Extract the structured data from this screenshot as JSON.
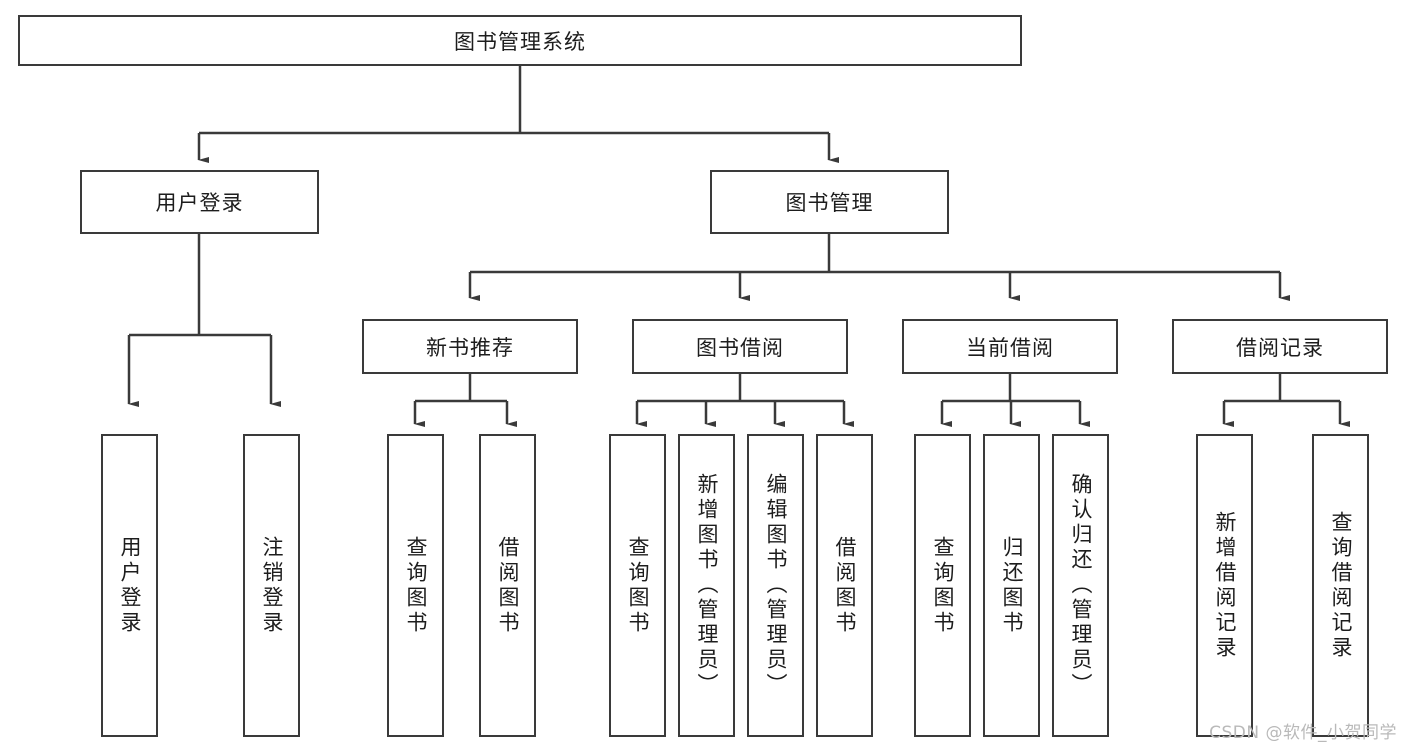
{
  "diagram": {
    "title": "图书管理系统",
    "type": "hierarchical-tree",
    "watermark": "CSDN @软件_小贺同学",
    "levels": {
      "root": {
        "label": "图书管理系统"
      },
      "level2": [
        {
          "id": "user-login",
          "label": "用户登录"
        },
        {
          "id": "book-management",
          "label": "图书管理"
        }
      ],
      "level3": [
        {
          "id": "new-book-recommend",
          "label": "新书推荐"
        },
        {
          "id": "book-borrow",
          "label": "图书借阅"
        },
        {
          "id": "current-borrow",
          "label": "当前借阅"
        },
        {
          "id": "borrow-record",
          "label": "借阅记录"
        }
      ],
      "leaves": [
        {
          "id": "leaf-user-login",
          "label": "用户登录",
          "parent": "user-login"
        },
        {
          "id": "leaf-logout-login",
          "label": "注销登录",
          "parent": "user-login"
        },
        {
          "id": "leaf-query-book-1",
          "label": "查询图书",
          "parent": "new-book-recommend"
        },
        {
          "id": "leaf-borrow-book-1",
          "label": "借阅图书",
          "parent": "new-book-recommend"
        },
        {
          "id": "leaf-query-book-2",
          "label": "查询图书",
          "parent": "book-borrow"
        },
        {
          "id": "leaf-add-book",
          "label": "新增图书（管理员）",
          "parent": "book-borrow"
        },
        {
          "id": "leaf-edit-book",
          "label": "编辑图书（管理员）",
          "parent": "book-borrow"
        },
        {
          "id": "leaf-borrow-book-2",
          "label": "借阅图书",
          "parent": "book-borrow"
        },
        {
          "id": "leaf-query-book-3",
          "label": "查询图书",
          "parent": "current-borrow"
        },
        {
          "id": "leaf-return-book",
          "label": "归还图书",
          "parent": "current-borrow"
        },
        {
          "id": "leaf-confirm-return",
          "label": "确认归还（管理员）",
          "parent": "current-borrow"
        },
        {
          "id": "leaf-add-record",
          "label": "新增借阅记录",
          "parent": "borrow-record"
        },
        {
          "id": "leaf-query-record",
          "label": "查询借阅记录",
          "parent": "borrow-record"
        }
      ]
    },
    "colors": {
      "stroke": "#3a3a3a",
      "fill": "#ffffff",
      "text": "#1d1d1d",
      "watermark": "#b9b9b9"
    }
  }
}
